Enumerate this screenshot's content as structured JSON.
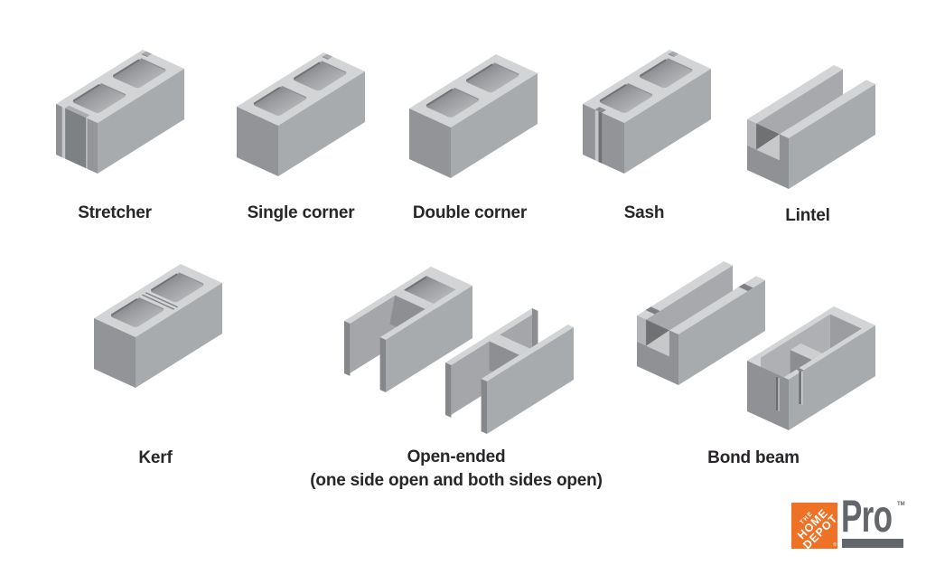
{
  "page": {
    "background": "#ffffff",
    "description": "Concrete block (CMU) types diagram"
  },
  "figures": [
    {
      "label": "Stretcher"
    },
    {
      "label": "Single corner"
    },
    {
      "label": "Double corner"
    },
    {
      "label": "Sash"
    },
    {
      "label": "Lintel"
    },
    {
      "label": "Kerf"
    },
    {
      "label": "Open-ended",
      "sublabel": "(one side open and both sides open)"
    },
    {
      "label": "Bond beam"
    }
  ],
  "logo": {
    "brand_lines": [
      "THE",
      "HOME",
      "DEPOT"
    ],
    "product": "Pro",
    "trademark": "TM",
    "registered": "®",
    "orange": "#EE7125",
    "gray": "#63666A"
  },
  "palette": {
    "block_top": "#d2d4d5",
    "block_side": "#a8abad",
    "block_end": "#929497",
    "block_shadow": "#6f7174",
    "label_text": "#29262a"
  }
}
